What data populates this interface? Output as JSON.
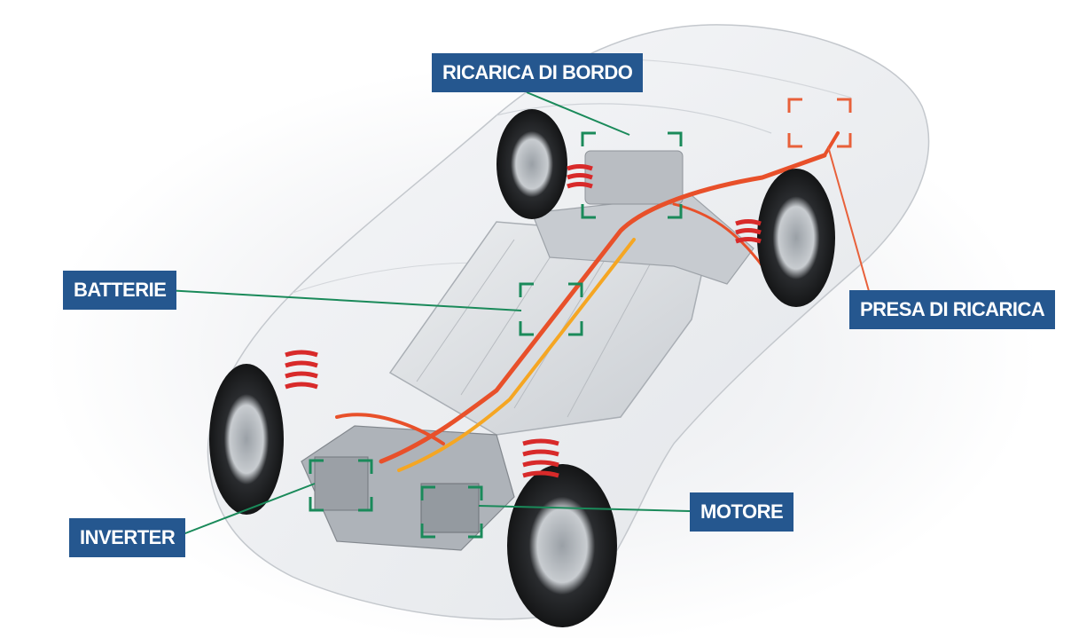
{
  "labels": {
    "ricarica_di_bordo": "RICARICA DI BORDO",
    "batterie": "BATTERIE",
    "presa_di_ricarica": "PRESA DI RICARICA",
    "motore": "MOTORE",
    "inverter": "INVERTER"
  },
  "colors": {
    "label_background": "#25578f",
    "label_text": "#ffffff",
    "leader_line": "#1a8a5a",
    "focus_bracket_green": "#1a8a5a",
    "focus_bracket_orange": "#e8603a",
    "high_voltage_cable": "#e8502a",
    "spring": "#d82a2a"
  },
  "icons": {
    "vehicle": "car-chassis-illustration",
    "component_marker": "focus-bracket-icon"
  }
}
